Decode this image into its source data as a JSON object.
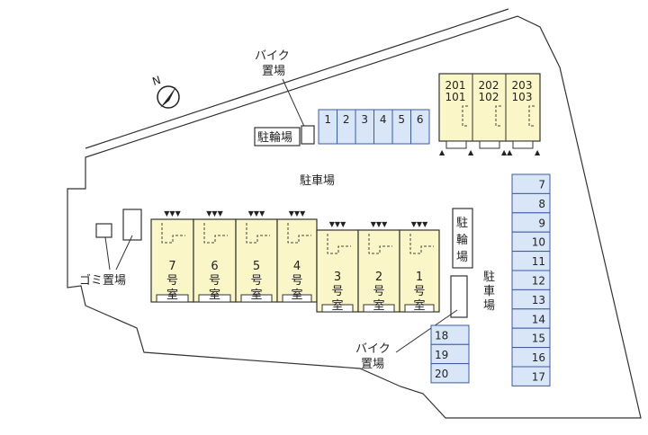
{
  "compass": {
    "label": "N"
  },
  "labels": {
    "parking_center": "駐車場",
    "parking_right": [
      "駐",
      "車",
      "場"
    ],
    "bike_bottom": [
      "バイク",
      "置場"
    ],
    "bike_top": [
      "バイク",
      "置場"
    ],
    "bicycle_top": "駐輪場",
    "bicycle_side": [
      "駐",
      "輪",
      "場"
    ],
    "garbage": "ゴミ置場"
  },
  "parking_spaces": {
    "top_row": [
      "1",
      "2",
      "3",
      "4",
      "5",
      "6"
    ],
    "right_column": [
      "7",
      "8",
      "9",
      "10",
      "11",
      "12",
      "13",
      "14",
      "15",
      "16",
      "17"
    ],
    "bottom_block": [
      "18",
      "19",
      "20"
    ]
  },
  "upper_building": {
    "units": [
      {
        "upper": "201",
        "lower": "101"
      },
      {
        "upper": "202",
        "lower": "102"
      },
      {
        "upper": "203",
        "lower": "103"
      }
    ]
  },
  "rooms": [
    {
      "number": "7",
      "suffix": [
        "号",
        "室"
      ]
    },
    {
      "number": "6",
      "suffix": [
        "号",
        "室"
      ]
    },
    {
      "number": "5",
      "suffix": [
        "号",
        "室"
      ]
    },
    {
      "number": "4",
      "suffix": [
        "号",
        "室"
      ]
    },
    {
      "number": "3",
      "suffix": [
        "号",
        "室"
      ]
    },
    {
      "number": "2",
      "suffix": [
        "号",
        "室"
      ]
    },
    {
      "number": "1",
      "suffix": [
        "号",
        "室"
      ]
    }
  ],
  "colors": {
    "parking_fill": "#d8e6f8",
    "parking_stroke": "#3a5aa8",
    "building_fill": "#fbf6c8",
    "lot_stroke": "#333333"
  }
}
